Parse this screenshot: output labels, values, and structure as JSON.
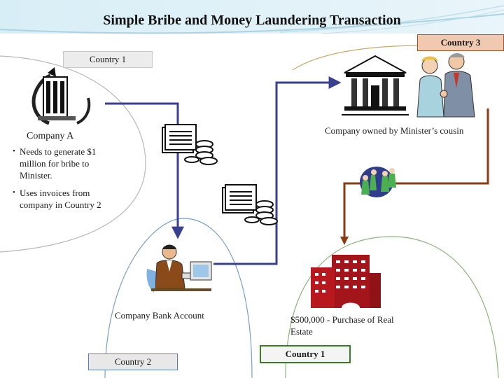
{
  "title": "Simple Bribe and Money Laundering Transaction",
  "labels": {
    "country3": "Country 3",
    "country1_top": "Country 1",
    "country2": "Country 2",
    "country1_bottom": "Country 1"
  },
  "company_a": {
    "name": "Company A",
    "bullets": [
      "Needs to generate $1 million for bribe to Minister.",
      "Uses invoices from company in Country 2"
    ]
  },
  "cousin_company": "Company owned by Minister’s cousin",
  "bank_account": "Company Bank Account",
  "real_estate": "$500,000 - Purchase of Real Estate",
  "icons": [
    "corporate-building-icon",
    "money-stack-icon",
    "money-stack-icon",
    "bank-icon",
    "handshake-people-icon",
    "dancing-people-icon",
    "businessman-computer-icon",
    "red-tower-building-icon"
  ],
  "colors": {
    "flow_blue": "#3a3f8f",
    "flow_brown": "#8b3a12",
    "country2_arc": "#7aa0c8",
    "country3_arc": "#c9a96a"
  }
}
